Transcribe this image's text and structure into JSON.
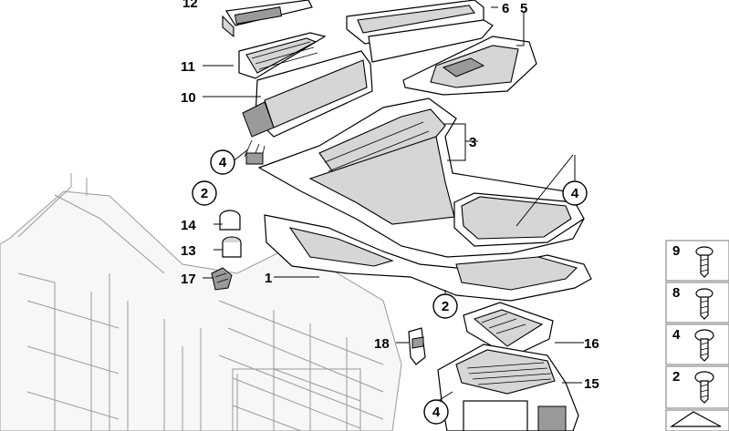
{
  "callouts": {
    "c1": "1",
    "c2a": "2",
    "c2b": "2",
    "c3": "3",
    "c4a": "4",
    "c4b": "4",
    "c4c": "4",
    "c5": "5",
    "c6": "6",
    "c10": "10",
    "c11": "11",
    "c12": "12",
    "c13": "13",
    "c14": "14",
    "c15": "15",
    "c16": "16",
    "c17": "17",
    "c18": "18"
  },
  "fastener_panel": [
    {
      "label": "9"
    },
    {
      "label": "8"
    },
    {
      "label": "4"
    },
    {
      "label": "2"
    }
  ]
}
